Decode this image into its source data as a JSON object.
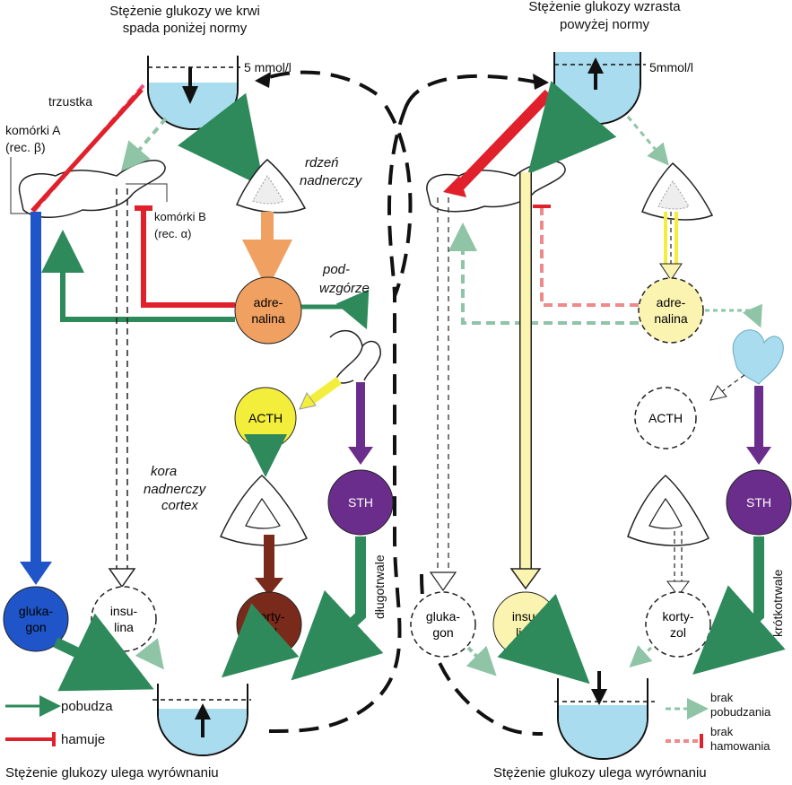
{
  "left": {
    "title_line1": "Stężenie glukozy we krwi",
    "title_line2": "spada poniżej normy",
    "mmol": "5 mmol/l",
    "trzustka": "trzustka",
    "komorki_a_line1": "komórki A",
    "komorki_a_line2": "(rec. β)",
    "komorki_b_line1": "komórki B",
    "komorki_b_line2": "(rec. α)",
    "rdzen_line1": "rdzeń",
    "rdzen_line2": "nadnerczy",
    "podwzgorze_line1": "pod-",
    "podwzgorze_line2": "wzgórze",
    "kora_line1": "kora",
    "kora_line2": "nadnerczy",
    "kora_line3": "cortex",
    "adrenalina_line1": "adre-",
    "adrenalina_line2": "nalina",
    "acth": "ACTH",
    "sth": "STH",
    "glukagon_line1": "gluka-",
    "glukagon_line2": "gon",
    "insulina_line1": "insu-",
    "insulina_line2": "lina",
    "kortyzol_line1": "korty-",
    "kortyzol_line2": "zol",
    "dlugotrwale": "długotrwale",
    "bottom_title": "Stężenie glukozy ulega wyrównaniu"
  },
  "right": {
    "title_line1": "Stężenie glukozy wzrasta",
    "title_line2": "powyżej normy",
    "mmol": "5mmol/l",
    "adrenalina_line1": "adre-",
    "adrenalina_line2": "nalina",
    "acth": "ACTH",
    "sth": "STH",
    "glukagon_line1": "gluka-",
    "glukagon_line2": "gon",
    "insulina_line1": "insu-",
    "insulina_line2": "lina",
    "kortyzol_line1": "korty-",
    "kortyzol_line2": "zol",
    "krotkotrwale": "krótkotrwale",
    "bottom_title": "Stężenie glukozy ulega wyrównaniu"
  },
  "legend": {
    "pobudza": "pobudza",
    "hamuje": "hamuje",
    "brak_pobudzania_line1": "brak",
    "brak_pobudzania_line2": "pobudzania",
    "brak_hamowania_line1": "brak",
    "brak_hamowania_line2": "hamowania"
  },
  "colors": {
    "water": "#a9dcef",
    "green": "#2e8a5a",
    "red": "#e0202a",
    "orange": "#f0a060",
    "yellow": "#f3ee3c",
    "purple": "#6a2d8c",
    "brown": "#7a2a1a",
    "blue": "#1f55c8",
    "pale_yellow": "#fbf3b0",
    "pale_green": "#8fc4a6",
    "pale_red": "#ef8a8a"
  }
}
